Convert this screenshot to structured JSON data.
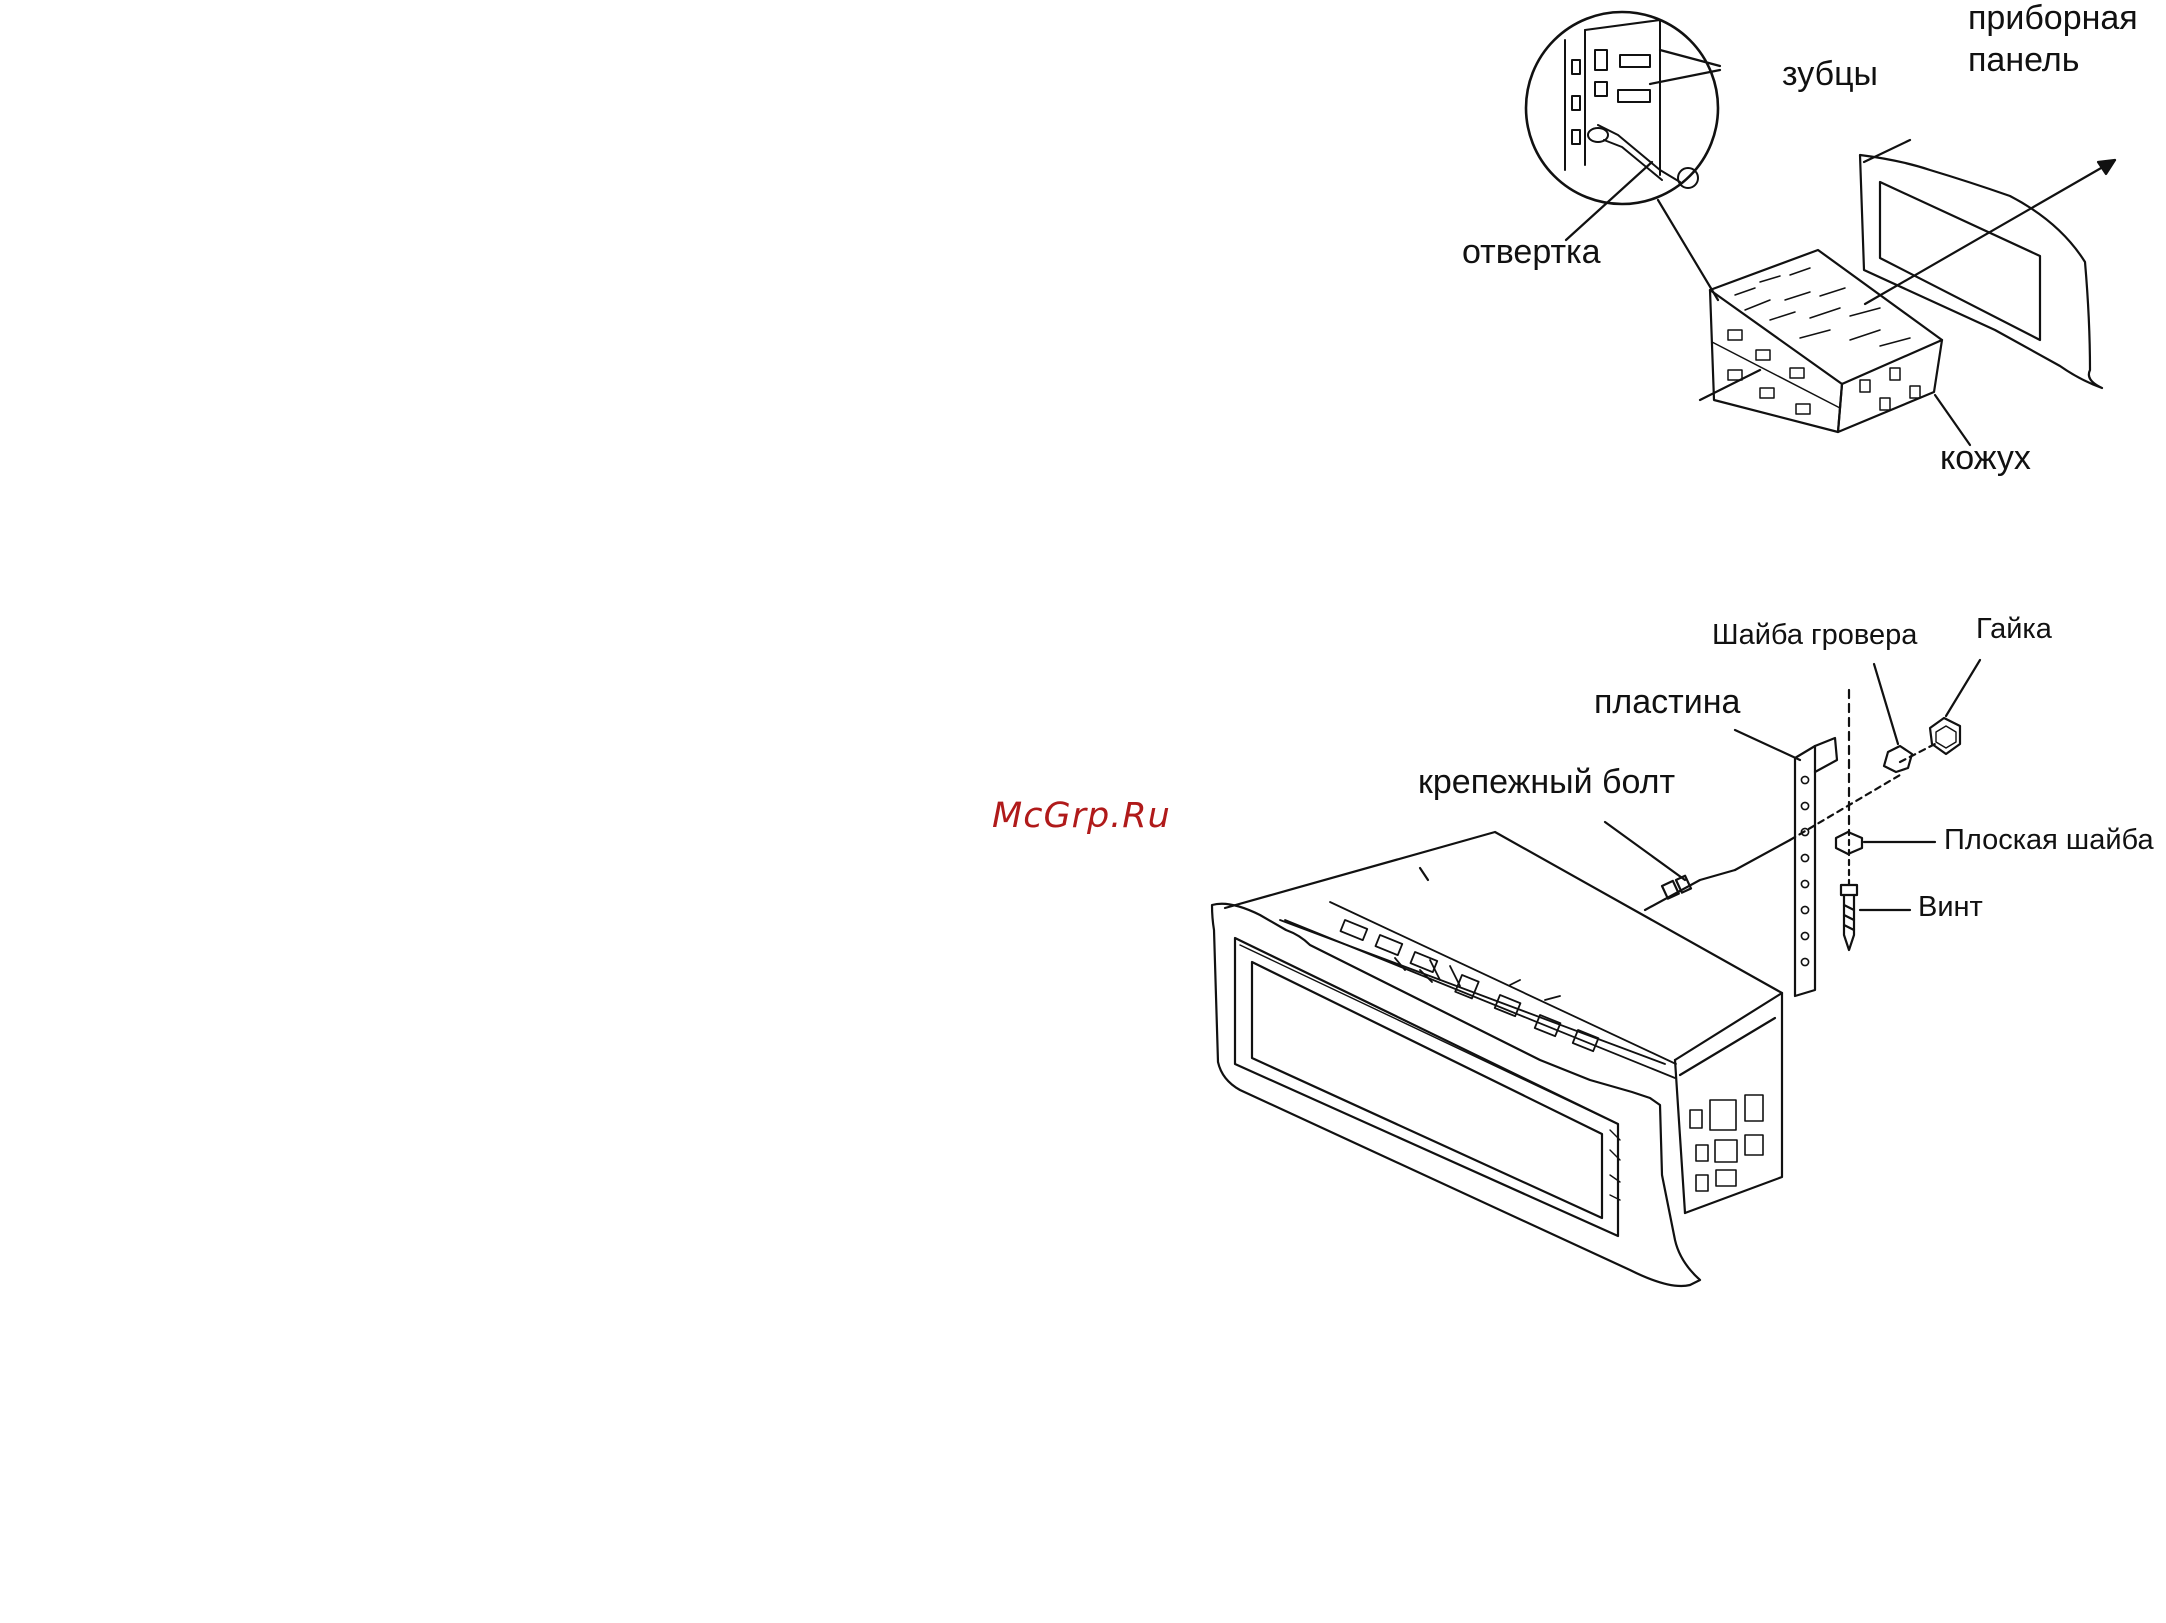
{
  "watermark": "McGrp.Ru",
  "top_diagram": {
    "labels": {
      "dashboard": [
        "приборная",
        "панель"
      ],
      "teeth": "зубцы",
      "screwdriver": "отвертка",
      "sleeve": "кожух"
    }
  },
  "bottom_diagram": {
    "labels": {
      "spring_washer": "Шайба гровера",
      "nut": "Гайка",
      "plate": "пластина",
      "mounting_bolt": "крепежный болт",
      "flat_washer": "Плоская шайба",
      "screw": "Винт"
    }
  },
  "colors": {
    "ink": "#111111",
    "watermark": "#b01a1a"
  }
}
